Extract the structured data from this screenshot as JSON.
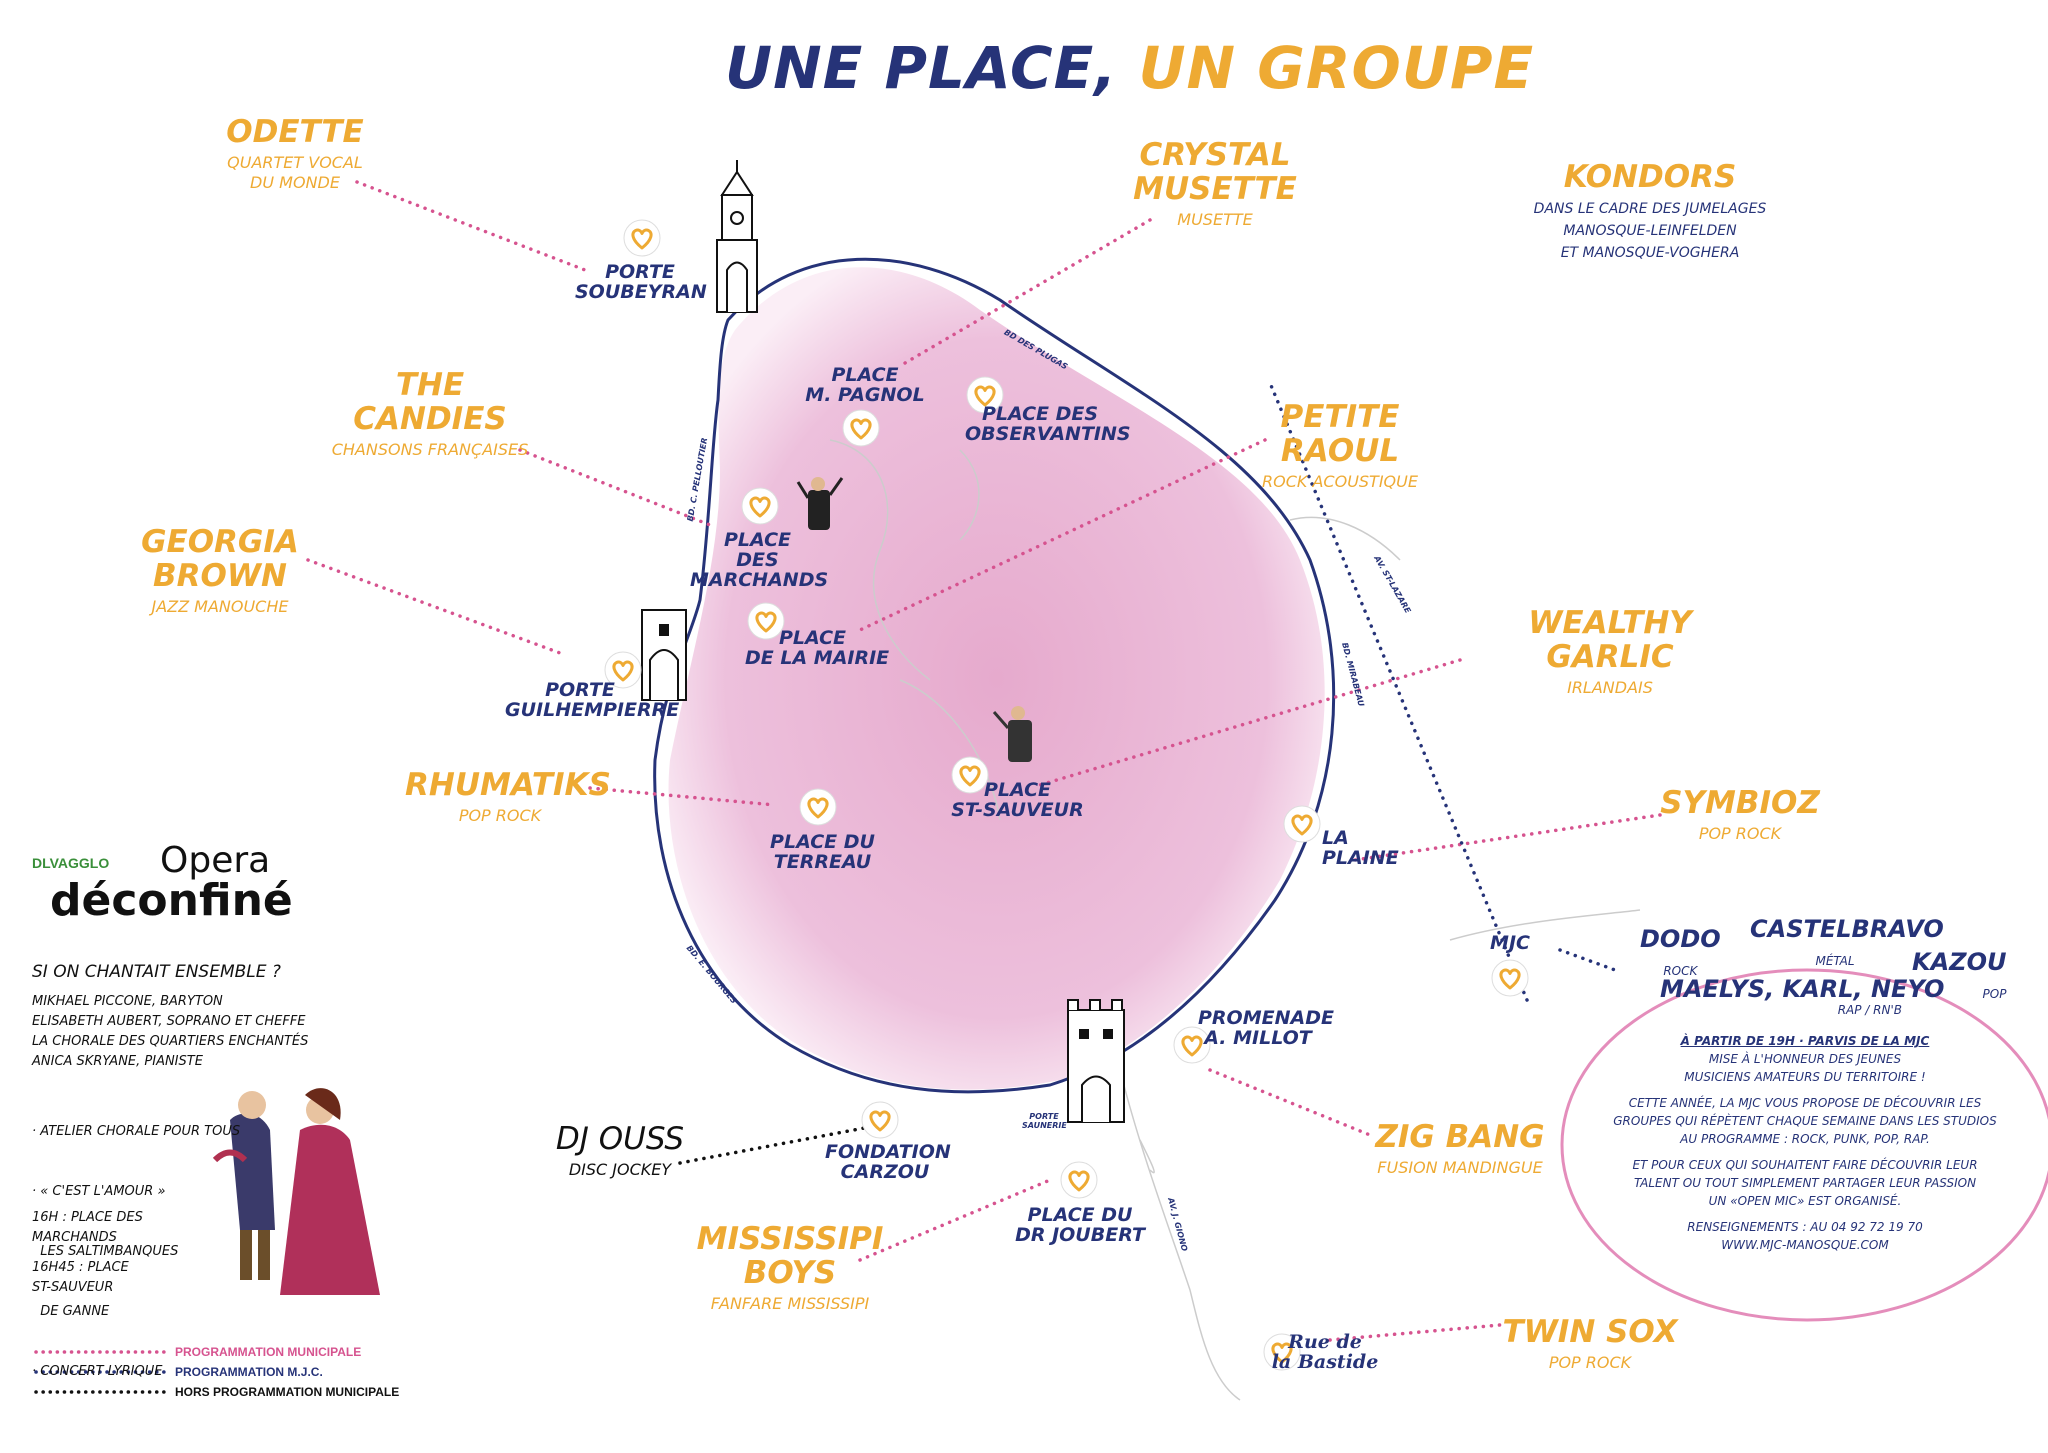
{
  "title": {
    "part1": "UNE PLACE,",
    "part2": "UN GROUPE"
  },
  "colors": {
    "navy": "#263378",
    "orange": "#eeaa33",
    "pink": "#d6538f",
    "zone": "#e8a8cc",
    "black": "#111111"
  },
  "bands": [
    {
      "name_l1": "ODETTE",
      "name_l2": "",
      "genre": "QUARTET VOCAL",
      "genre2": "DU MONDE"
    },
    {
      "name_l1": "CRYSTAL",
      "name_l2": "MUSETTE",
      "genre": "MUSETTE",
      "genre2": ""
    },
    {
      "name_l1": "KONDORS",
      "name_l2": "",
      "genre": "DANS LE CADRE DES JUMELAGES",
      "genre2": "MANOSQUE-LEINFELDEN",
      "genre3": "ET MANOSQUE-VOGHERA"
    },
    {
      "name_l1": "THE",
      "name_l2": "CANDIES",
      "genre": "CHANSONS FRANÇAISES",
      "genre2": ""
    },
    {
      "name_l1": "PETITE",
      "name_l2": "RAOUL",
      "genre": "ROCK ACOUSTIQUE",
      "genre2": ""
    },
    {
      "name_l1": "GEORGIA",
      "name_l2": "BROWN",
      "genre": "JAZZ MANOUCHE",
      "genre2": ""
    },
    {
      "name_l1": "WEALTHY",
      "name_l2": "GARLIC",
      "genre": "IRLANDAIS",
      "genre2": ""
    },
    {
      "name_l1": "RHUMATIKS",
      "name_l2": "",
      "genre": "POP ROCK",
      "genre2": ""
    },
    {
      "name_l1": "SYMBIOZ",
      "name_l2": "",
      "genre": "POP ROCK",
      "genre2": ""
    },
    {
      "name_l1": "ZIG BANG",
      "name_l2": "",
      "genre": "FUSION MANDINGUE",
      "genre2": ""
    },
    {
      "name_l1": "MISSISSIPI",
      "name_l2": "BOYS",
      "genre": "FANFARE MISSISSIPI",
      "genre2": ""
    },
    {
      "name_l1": "TWIN SOX",
      "name_l2": "",
      "genre": "POP ROCK",
      "genre2": ""
    },
    {
      "name_l1": "DJ OUSS",
      "name_l2": "",
      "genre": "DISC JOCKEY",
      "genre2": ""
    }
  ],
  "places": [
    {
      "l1": "PORTE",
      "l2": "SOUBEYRAN"
    },
    {
      "l1": "PLACE",
      "l2": "M. PAGNOL"
    },
    {
      "l1": "PLACE DES",
      "l2": "OBSERVANTINS"
    },
    {
      "l1": "PLACE",
      "l2": "DES",
      "l3": "MARCHANDS"
    },
    {
      "l1": "PLACE",
      "l2": "DE LA MAIRIE"
    },
    {
      "l1": "PORTE",
      "l2": "GUILHEMPIERRE"
    },
    {
      "l1": "PLACE",
      "l2": "ST-SAUVEUR"
    },
    {
      "l1": "PLACE DU",
      "l2": "TERREAU"
    },
    {
      "l1": "LA",
      "l2": "PLAINE"
    },
    {
      "l1": "PROMENADE",
      "l2": "A. MILLOT"
    },
    {
      "l1": "FONDATION",
      "l2": "CARZOU"
    },
    {
      "l1": "PLACE DU",
      "l2": "DR JOUBERT"
    },
    {
      "l1": "Rue de",
      "l2": "la Bastide"
    },
    {
      "l1": "MJC",
      "l2": ""
    }
  ],
  "streets": {
    "bd_plugas": "BD DES PLUGAS",
    "bd_pelloutier": "BD. C. PELLOUTIER",
    "av_lazare": "AV. ST-LAZARE",
    "bd_mirabeau": "BD. MIRABEAU",
    "bd_bourges": "BD. E. BOURGES",
    "porte_saunerie": "PORTE SAUNERIE",
    "av_giono": "AV. J. GIONO"
  },
  "logos": {
    "dlva": "DLVAGGLO",
    "opera_top": "Opera",
    "opera_bottom": "déconfiné"
  },
  "side": {
    "heading": "SI ON CHANTAIT ENSEMBLE ?",
    "cast": [
      "MIKHAEL PICCONE, BARYTON",
      "ELISABETH AUBERT, SOPRANO ET CHEFFE",
      "LA CHORALE DES QUARTIERS ENCHANTÉS",
      "ANICA SKRYANE, PIANISTE"
    ],
    "program": [
      "· ATELIER CHORALE POUR TOUS",
      "· « C'EST L'AMOUR »",
      "  LES SALTIMBANQUES",
      "  DE GANNE",
      "· CONCERT LYRIQUE"
    ],
    "time1": [
      "16H : PLACE DES",
      "MARCHANDS"
    ],
    "time2": [
      "16H45 : PLACE",
      "ST-SAUVEUR"
    ]
  },
  "legend": [
    {
      "label": "PROGRAMMATION MUNICIPALE",
      "color": "#d6538f"
    },
    {
      "label": "PROGRAMMATION M.J.C.",
      "color": "#263378"
    },
    {
      "label": "HORS PROGRAMMATION MUNICIPALE",
      "color": "#111111"
    }
  ],
  "mjc": {
    "dodo": "DODO",
    "dodo_genre": "ROCK",
    "castelbravo": "CASTELBRAVO",
    "castelbravo_genre": "MÉTAL",
    "kazou": "KAZOU",
    "kazou_genre": "POP",
    "maelys": "MAELYS, KARL, NEYO",
    "maelys_genre": "RAP / RN'B",
    "lines": [
      "À PARTIR DE 19H · PARVIS DE LA MJC",
      "MISE À L'HONNEUR DES JEUNES",
      "MUSICIENS AMATEURS DU TERRITOIRE !",
      "",
      "CETTE ANNÉE, LA MJC VOUS PROPOSE DE DÉCOUVRIR LES",
      "GROUPES QUI RÉPÈTENT CHAQUE SEMAINE DANS LES STUDIOS",
      "AU PROGRAMME : ROCK, PUNK, POP, RAP.",
      "",
      "ET POUR CEUX QUI SOUHAITENT FAIRE DÉCOUVRIR LEUR",
      "TALENT OU TOUT SIMPLEMENT PARTAGER LEUR PASSION",
      "UN «OPEN MIC» EST ORGANISÉ.",
      "",
      "RENSEIGNEMENTS : AU 04 92 72 19 70",
      "WWW.MJC-MANOSQUE.COM"
    ]
  }
}
